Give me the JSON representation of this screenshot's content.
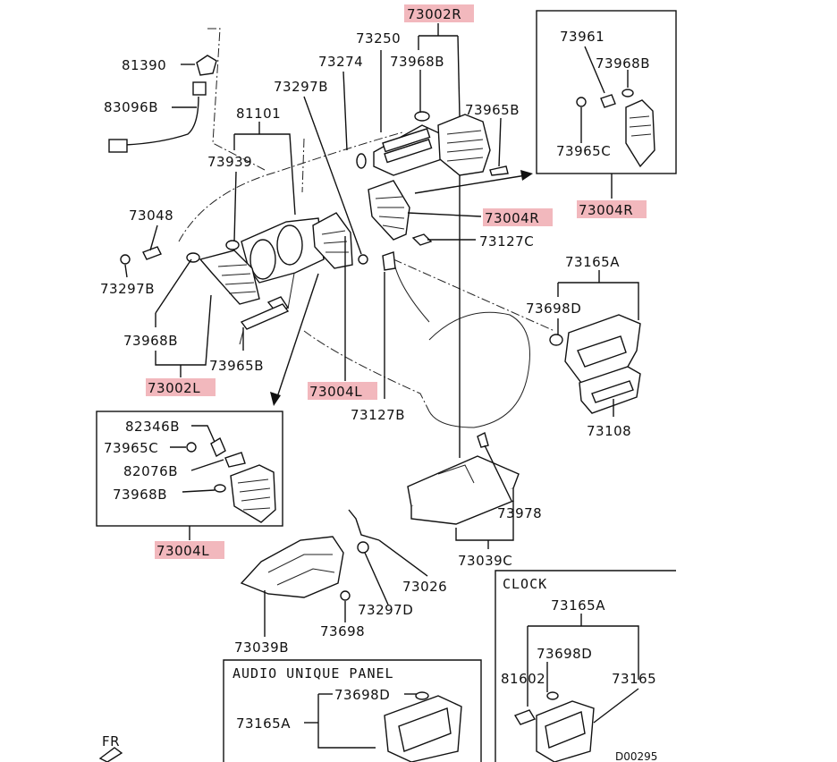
{
  "diagram": {
    "part_labels": {
      "p73002R_top": "73002R",
      "p73250": "73250",
      "p73274": "73274",
      "p73968B_top": "73968B",
      "p81390": "81390",
      "p83096B": "83096B",
      "p73297B_top": "73297B",
      "p81101": "81101",
      "p73965B_right": "73965B",
      "p73939": "73939",
      "p73048": "73048",
      "p73004R_mid": "73004R",
      "p73127C": "73127C",
      "p73297B_left": "73297B",
      "p73165A_right": "73165A",
      "p73698D_right": "73698D",
      "p73968B_left": "73968B",
      "p73965B_mid": "73965B",
      "p73002L": "73002L",
      "p73004L_mid": "73004L",
      "p73127B": "73127B",
      "p73108": "73108",
      "p73978": "73978",
      "p73039C": "73039C",
      "p73026": "73026",
      "p73297D": "73297D",
      "p73698": "73698",
      "p73039B": "73039B"
    },
    "inset_right": {
      "p73961": "73961",
      "p73968B": "73968B",
      "p73965C": "73965C",
      "p73004R": "73004R"
    },
    "inset_left": {
      "p82346B": "82346B",
      "p73965C": "73965C",
      "p82076B": "82076B",
      "p73968B": "73968B",
      "p73004L": "73004L"
    },
    "clock_box": {
      "title": "CLOCK",
      "p73165A": "73165A",
      "p73698D": "73698D",
      "p81602": "81602",
      "p73165": "73165",
      "ref": "D00295"
    },
    "audio_box": {
      "title": "AUDIO UNIQUE PANEL",
      "p73698D": "73698D",
      "p73165A": "73165A"
    },
    "direction": "FR",
    "highlight_color": "#f2b8bd"
  }
}
